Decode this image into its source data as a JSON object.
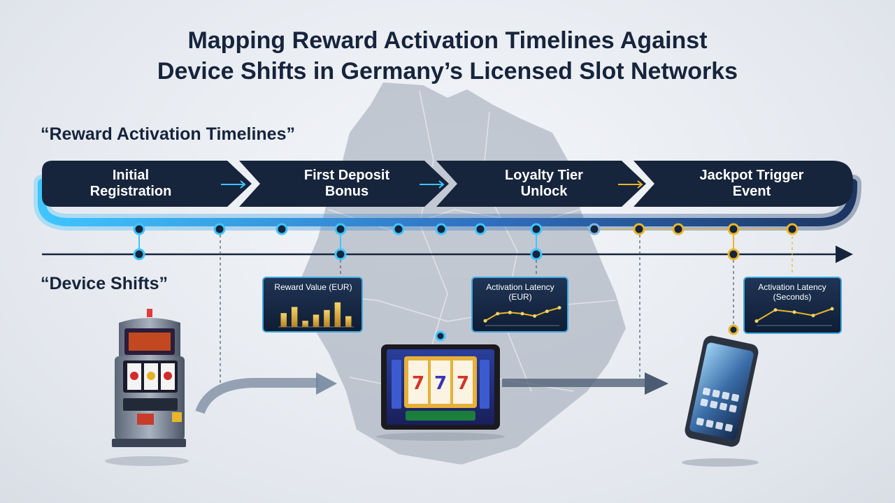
{
  "title": {
    "line1": "Mapping Reward Activation Timelines Against",
    "line2": "Device Shifts in Germany’s Licensed Slot Networks"
  },
  "section_labels": {
    "reward_timelines": "“Reward Activation Timelines”",
    "device_shifts": "“Device Shifts”"
  },
  "stages": [
    {
      "line1": "Initial",
      "line2": "Registration"
    },
    {
      "line1": "First Deposit",
      "line2": "Bonus"
    },
    {
      "line1": "Loyalty Tier",
      "line2": "Unlock"
    },
    {
      "line1": "Jackpot Trigger",
      "line2": "Event"
    }
  ],
  "panels": [
    {
      "title_line1": "Reward Value (EUR)",
      "title_line2": "",
      "kind": "bar",
      "values": [
        0.45,
        0.65,
        0.2,
        0.4,
        0.55,
        0.8,
        0.35
      ]
    },
    {
      "title_line1": "Activation Latency",
      "title_line2": "(EUR)",
      "kind": "line",
      "values": [
        0.2,
        0.5,
        0.55,
        0.5,
        0.4,
        0.6,
        0.75
      ]
    },
    {
      "title_line1": "Activation Latency",
      "title_line2": "(Seconds)",
      "kind": "line",
      "values": [
        0.2,
        0.7,
        0.6,
        0.45,
        0.75
      ]
    }
  ],
  "devices": [
    "slot-machine",
    "tablet",
    "smartphone"
  ],
  "colors": {
    "navy": "#16243c",
    "cyan": "#3fc5ff",
    "gold": "#e9b52d",
    "map": "#9aa4b2"
  }
}
